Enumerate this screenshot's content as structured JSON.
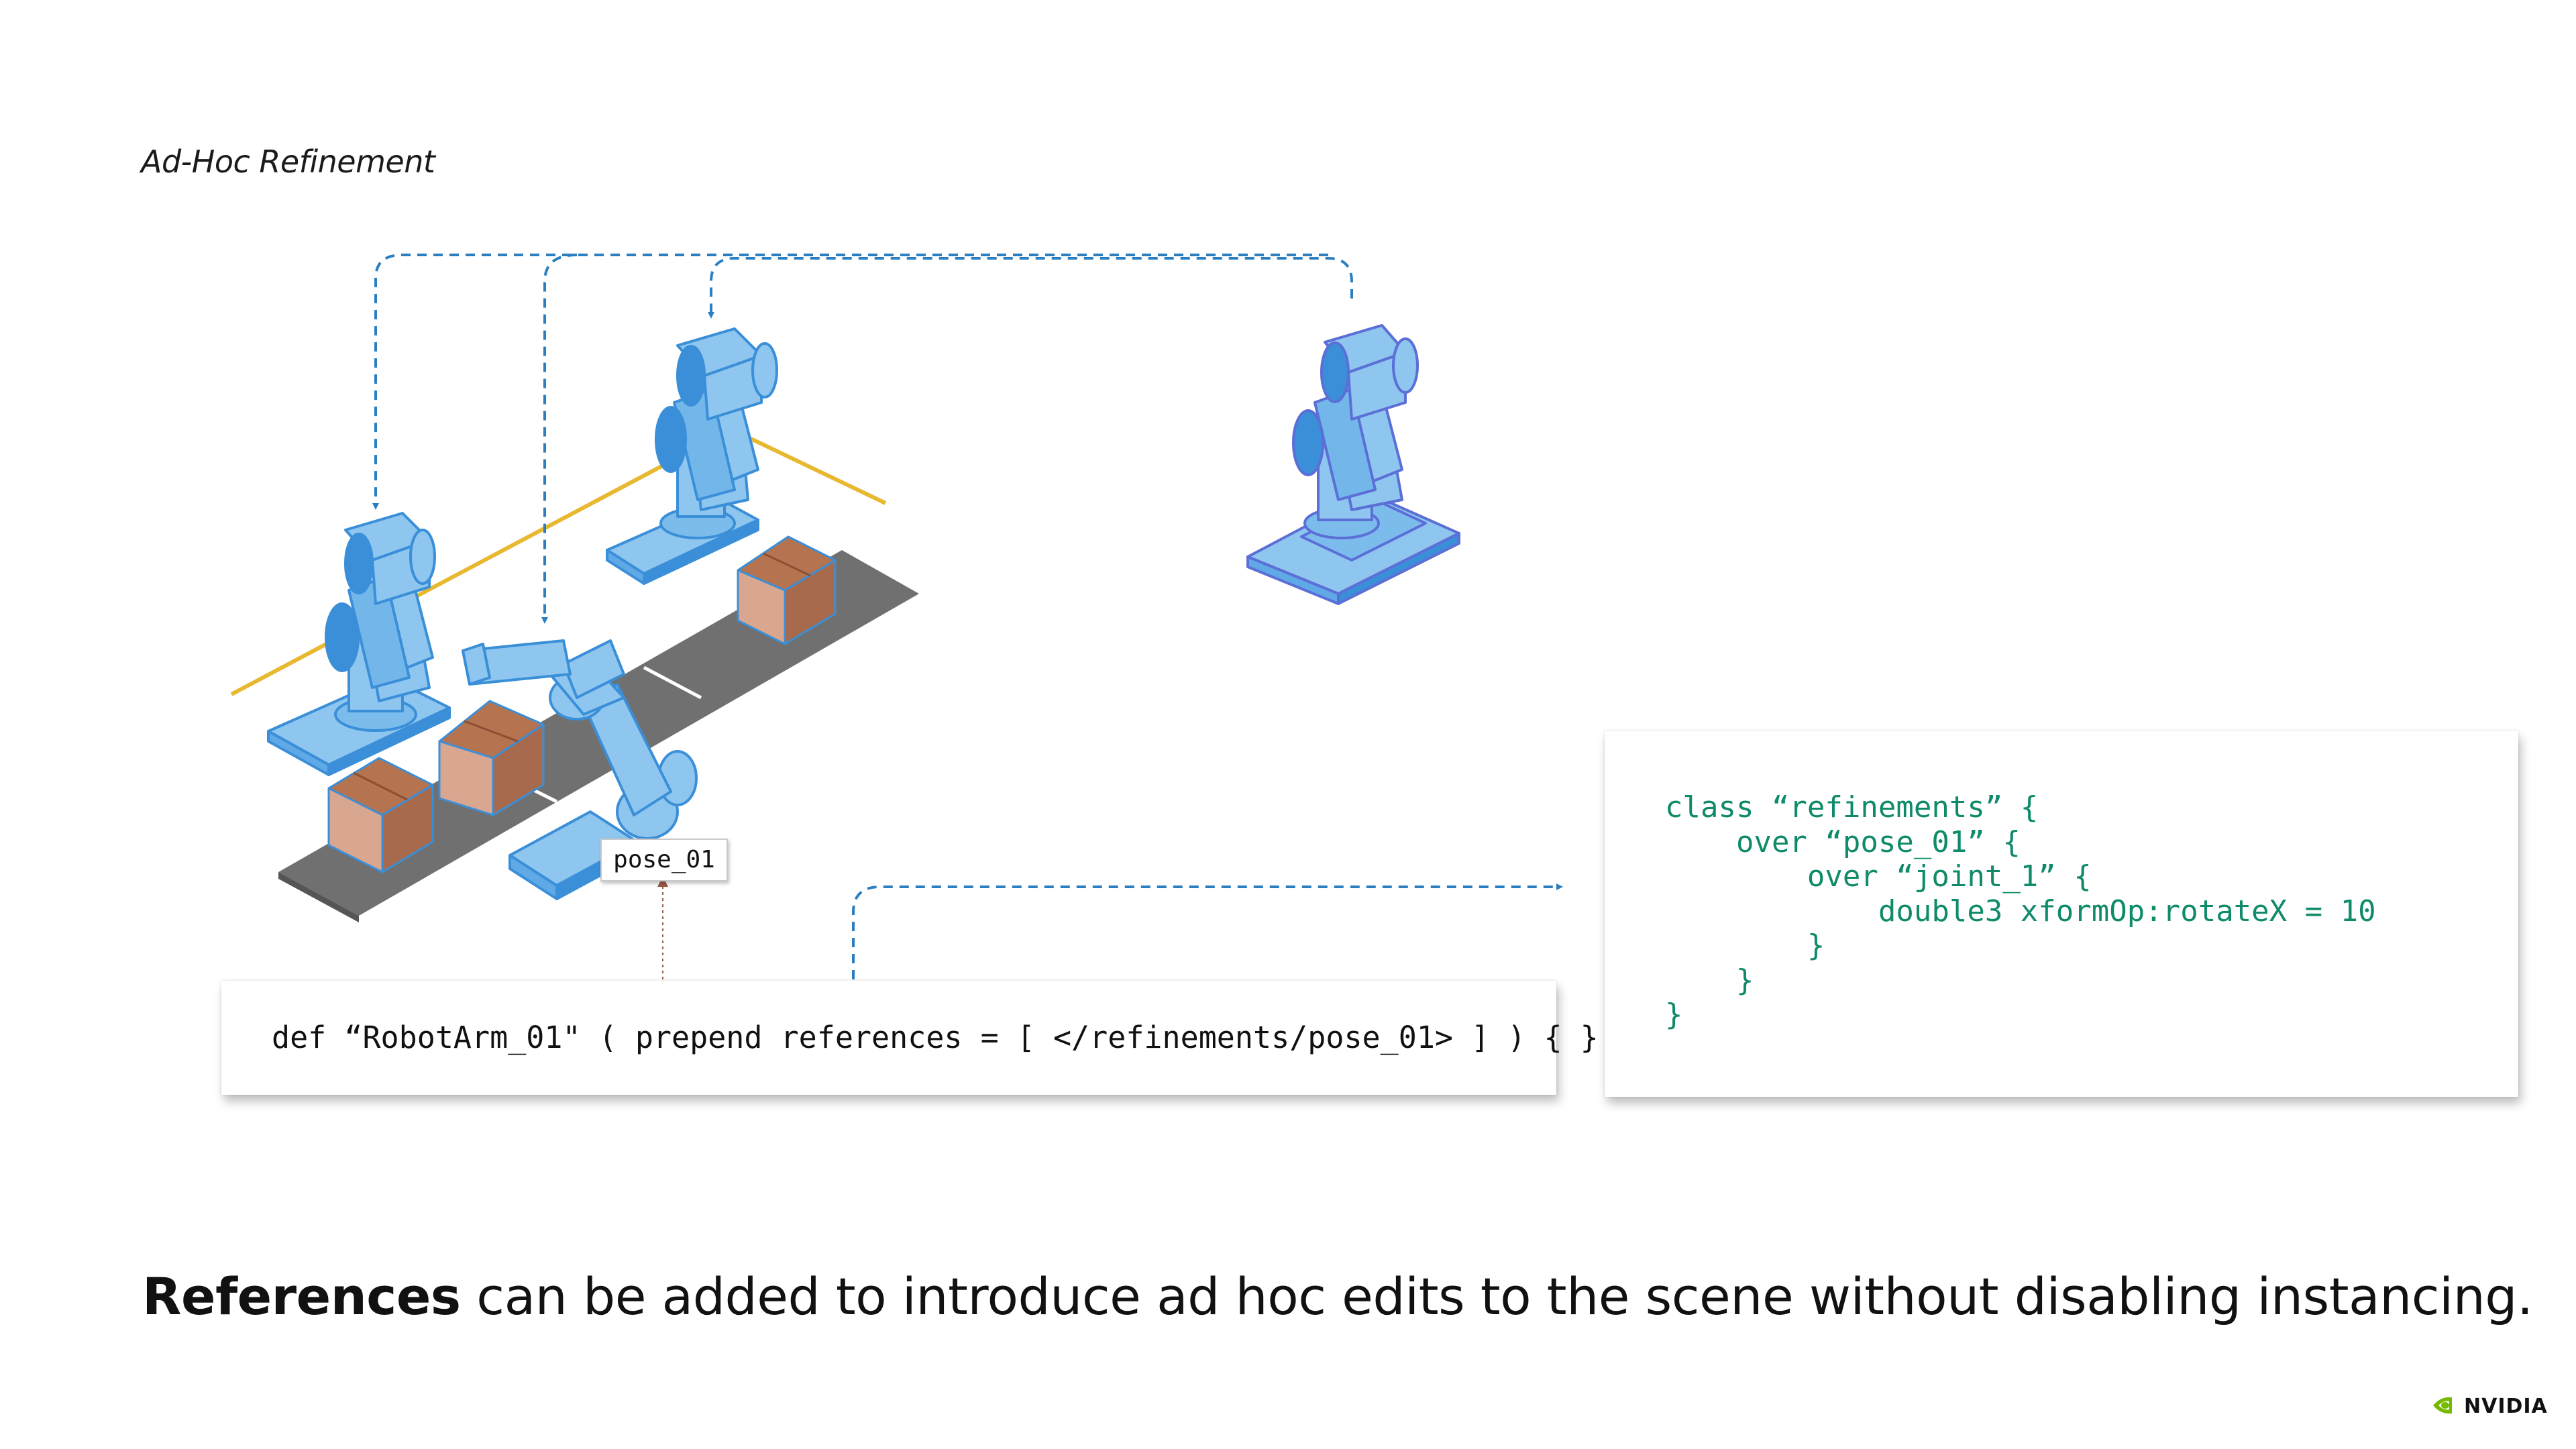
{
  "slide": {
    "title": "Ad-Hoc Refinement",
    "pose_label": "pose_01",
    "def_code": "def “RobotArm_01\" ( prepend references = [ </refinements/pose_01> ] ) { }",
    "class_code": {
      "line1": "class “refinements” {",
      "line2": "    over “pose_01” {",
      "line3": "        over “joint_1” {",
      "line4": "            double3 xformOp:rotateX = 10",
      "line5": "        }",
      "line6": "    }",
      "line7": "}"
    },
    "caption_bold": "References",
    "caption_rest": " can be added to introduce ad hoc edits to the scene without disabling instancing.",
    "logo_text": "NVIDIA"
  },
  "colors": {
    "robot_fill": "#8ec6ef",
    "robot_dark": "#3a8fd8",
    "arrow": "#2b7fc0",
    "conveyor": "#6e6e6e",
    "rail": "#e8b830",
    "box_front": "#d9a690",
    "box_side": "#a86a4c",
    "code_green": "#0f8a6a",
    "nvidia_green": "#76b900"
  },
  "icons": {
    "logo": "nvidia-eye-icon",
    "robot": "robot-arm-icon",
    "box": "cardboard-box-icon"
  }
}
